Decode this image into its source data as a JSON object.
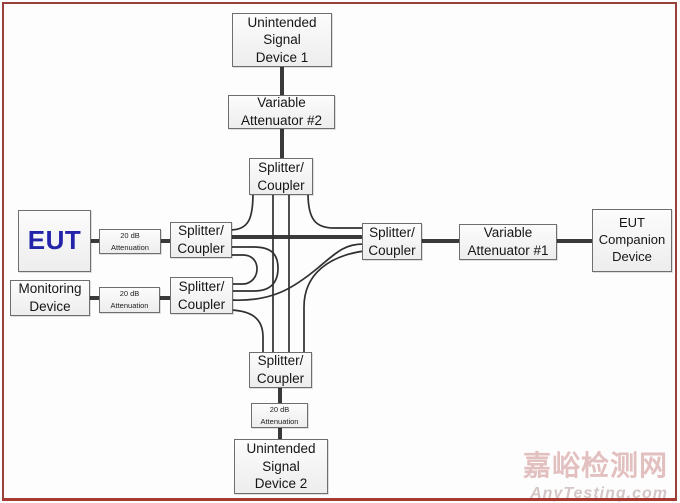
{
  "colors": {
    "page_background": "#fdfdfd",
    "frame_border": "#97403c",
    "box_border": "#6e6e6e",
    "box_fill_top": "#fcfcfc",
    "box_fill_bottom": "#ededed",
    "connector": "#3a3a3a",
    "eut_text": "#2424aa",
    "watermark_red": "#cf8f8f"
  },
  "nodes": {
    "usd1": {
      "lines": [
        "Unintended",
        "Signal",
        "Device 1"
      ]
    },
    "va2": {
      "lines": [
        "Variable",
        "Attenuator #2"
      ]
    },
    "spl_top": {
      "lines": [
        "Splitter/",
        "Coupler"
      ]
    },
    "eut": {
      "label": "EUT"
    },
    "att_eut": {
      "lines": [
        "20 dB",
        "Attenuation"
      ]
    },
    "spl_eut": {
      "lines": [
        "Splitter/",
        "Coupler"
      ]
    },
    "mon": {
      "lines": [
        "Monitoring",
        "Device"
      ]
    },
    "att_mon": {
      "lines": [
        "20 dB",
        "Attenuation"
      ]
    },
    "spl_mon": {
      "lines": [
        "Splitter/",
        "Coupler"
      ]
    },
    "spl_right": {
      "lines": [
        "Splitter/",
        "Coupler"
      ]
    },
    "va1": {
      "lines": [
        "Variable",
        "Attenuator #1"
      ]
    },
    "eutcomp": {
      "lines": [
        "EUT",
        "Companion",
        "Device"
      ]
    },
    "spl_bottom": {
      "lines": [
        "Splitter/",
        "Coupler"
      ]
    },
    "att_bottom": {
      "lines": [
        "20 dB",
        "Attenuation"
      ]
    },
    "usd2": {
      "lines": [
        "Unintended",
        "Signal",
        "Device 2"
      ]
    }
  },
  "connections": [
    {
      "from": "Unintended Signal Device 1",
      "to": "Variable Attenuator #2",
      "style": "thick"
    },
    {
      "from": "Variable Attenuator #2",
      "to": "Splitter/Coupler (top)",
      "style": "thick"
    },
    {
      "from": "EUT",
      "to": "20 dB Attenuation (EUT)",
      "style": "thick"
    },
    {
      "from": "20 dB Attenuation (EUT)",
      "to": "Splitter/Coupler (EUT)",
      "style": "thick"
    },
    {
      "from": "Monitoring Device",
      "to": "20 dB Attenuation (monitoring)",
      "style": "thick"
    },
    {
      "from": "20 dB Attenuation (monitoring)",
      "to": "Splitter/Coupler (monitoring)",
      "style": "thick"
    },
    {
      "from": "Splitter/Coupler (EUT)",
      "to": "Splitter/Coupler (right)",
      "style": "thick"
    },
    {
      "from": "Splitter/Coupler (right)",
      "to": "Variable Attenuator #1",
      "style": "thick"
    },
    {
      "from": "Variable Attenuator #1",
      "to": "EUT Companion Device",
      "style": "thick"
    },
    {
      "from": "Splitter/Coupler (bottom)",
      "to": "20 dB Attenuation (bottom)",
      "style": "thick"
    },
    {
      "from": "20 dB Attenuation (bottom)",
      "to": "Unintended Signal Device 2",
      "style": "thick"
    },
    {
      "from": "Splitter/Coupler (top)",
      "to": "Splitter/Coupler (EUT)",
      "style": "thin-curve"
    },
    {
      "from": "Splitter/Coupler (top)",
      "to": "Splitter/Coupler (bottom)",
      "style": "thin-straight"
    },
    {
      "from": "Splitter/Coupler (top)",
      "to": "Splitter/Coupler (bottom)",
      "style": "thin-straight"
    },
    {
      "from": "Splitter/Coupler (top)",
      "to": "Splitter/Coupler (right)",
      "style": "thin-curve"
    },
    {
      "from": "Splitter/Coupler (EUT)",
      "to": "Splitter/Coupler (monitoring)",
      "style": "thin-curve-outer-u"
    },
    {
      "from": "Splitter/Coupler (EUT)",
      "to": "Splitter/Coupler (monitoring)",
      "style": "thin-curve-inner-u"
    },
    {
      "from": "Splitter/Coupler (monitoring)",
      "to": "Splitter/Coupler (right)",
      "style": "thin-curve"
    },
    {
      "from": "Splitter/Coupler (monitoring)",
      "to": "Splitter/Coupler (bottom)",
      "style": "thin-curve"
    },
    {
      "from": "Splitter/Coupler (right)",
      "to": "Splitter/Coupler (bottom)",
      "style": "thin-curve"
    }
  ],
  "watermark": {
    "site_name": "嘉峪检测网",
    "site_url": "AnyTesting.com"
  }
}
